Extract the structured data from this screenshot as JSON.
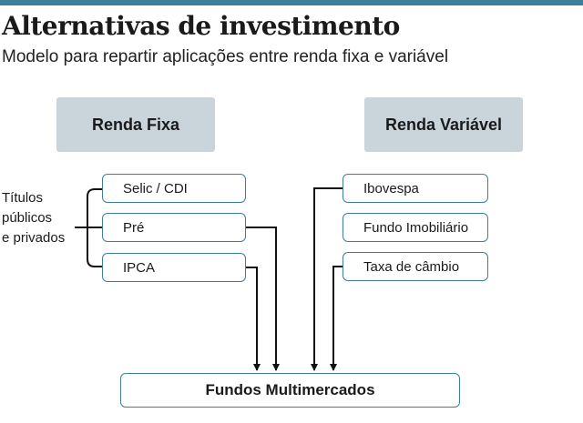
{
  "title": "Alternativas de investimento",
  "subtitle": "Modelo para repartir aplicações entre renda fixa e variável",
  "renda_fixa": {
    "header": "Renda Fixa",
    "items": [
      "Selic / CDI",
      "Pré",
      "IPCA"
    ],
    "group_label": [
      "Títulos",
      "públicos",
      "e privados"
    ]
  },
  "renda_variavel": {
    "header": "Renda Variável",
    "items": [
      "Ibovespa",
      "Fundo Imobiliário",
      "Taxa de câmbio"
    ]
  },
  "destination": "Fundos Multimercados",
  "colors": {
    "accent": "#3d7f9a",
    "header_fill": "#cad5db",
    "line": "#111111"
  }
}
